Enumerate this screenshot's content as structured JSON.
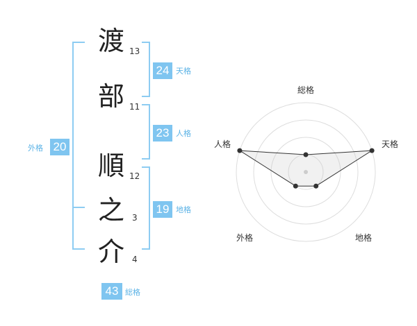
{
  "name": {
    "chars": [
      {
        "char": "渡",
        "strokes": "13"
      },
      {
        "char": "部",
        "strokes": "11"
      },
      {
        "char": "順",
        "strokes": "12"
      },
      {
        "char": "之",
        "strokes": "3"
      },
      {
        "char": "介",
        "strokes": "4"
      }
    ]
  },
  "kakusu": {
    "tenkaku": {
      "value": "24",
      "label": "天格"
    },
    "jinkaku": {
      "value": "23",
      "label": "人格"
    },
    "chikaku": {
      "value": "19",
      "label": "地格"
    },
    "gaikaku": {
      "value": "20",
      "label": "外格"
    },
    "soukaku": {
      "value": "43",
      "label": "総格"
    }
  },
  "colors": {
    "accent": "#7fc5f0",
    "bracket": "#8dccf2",
    "label": "#5cb3e6"
  },
  "chart_data": {
    "type": "radar",
    "axes": [
      "総格",
      "天格",
      "地格",
      "外格",
      "人格"
    ],
    "levels": 4,
    "max": 4,
    "values": [
      1,
      4,
      1,
      1,
      4
    ]
  }
}
